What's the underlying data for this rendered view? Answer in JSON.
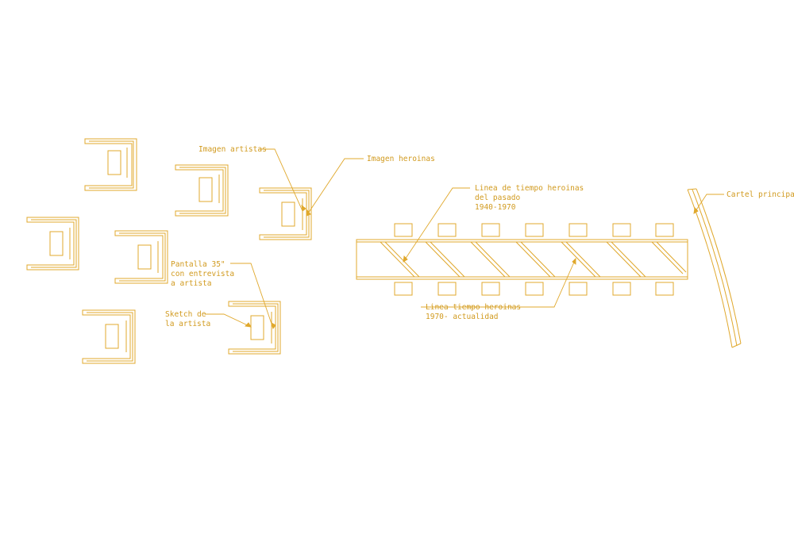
{
  "labels": {
    "imagen_artistas": "Imagen artistas",
    "imagen_heroinas": "Imagen heroinas",
    "pantalla_1": "Pantalla 35\"",
    "pantalla_2": "con entrevista",
    "pantalla_3": "a artista",
    "sketch_1": "Sketch de",
    "sketch_2": "la artista",
    "linea_pasado_1": "Linea de tiempo heroinas",
    "linea_pasado_2": "del pasado",
    "linea_pasado_3": "1940-1970",
    "linea_actual_1": "Linea tiempo heroinas",
    "linea_actual_2": "1970- actualidad",
    "cartel": "Cartel principal"
  },
  "colors": {
    "line": "#e0a82c",
    "text": "#d19a1e",
    "background": "#ffffff"
  }
}
